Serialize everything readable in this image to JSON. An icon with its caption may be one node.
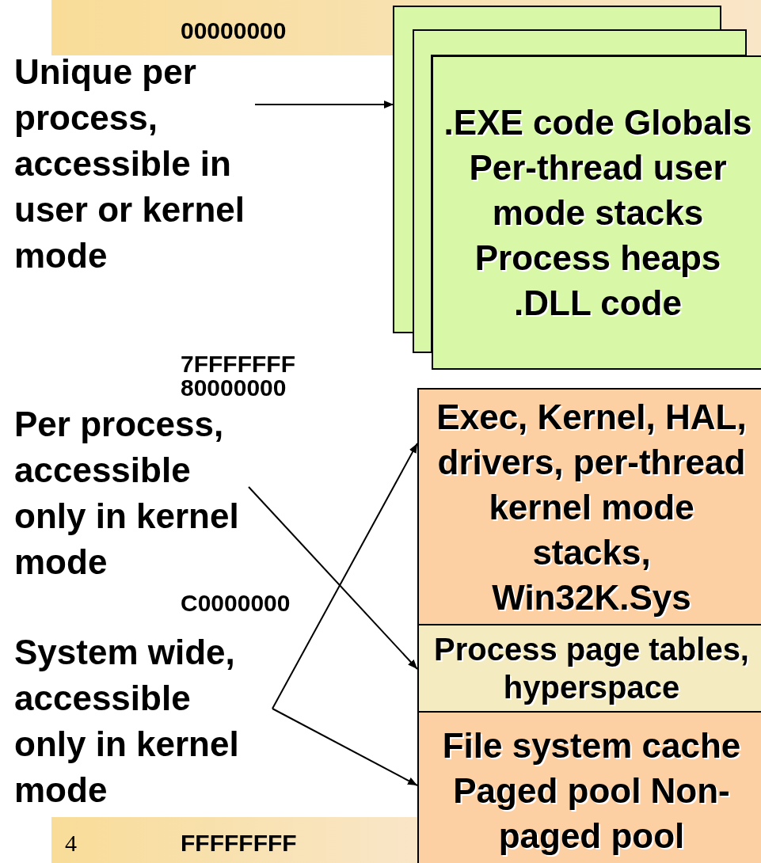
{
  "diagram": {
    "nodes": [
      {
        "text": [
          "Unique per process, accessible in user or kernel mode"
        ]
      },
      {
        "text": [],
        "shape": "box"
      },
      {
        "text": [],
        "shape": "box"
      },
      {
        "text": [
          ".EXE code Globals Per-thread user mode stacks Process heaps .DLL code"
        ]
      },
      {
        "text": [
          "Per process, accessible only in kernel mode"
        ]
      },
      {
        "text": [
          "Exec, Kernel, HAL, drivers, per-thread kernel mode stacks, Win32K.Sys"
        ]
      },
      {
        "text": [
          "Process page tables, hyperspace"
        ]
      },
      {
        "text": [
          "System wide, accessible only in kernel mode"
        ]
      },
      {
        "text": [
          "File system cache Paged pool Non-paged pool"
        ]
      }
    ],
    "edges": [
      {
        "from": 0,
        "to": 1,
        "arrow": "to"
      },
      {
        "from": 4,
        "to": 6,
        "arrow": "to"
      },
      {
        "from": 7,
        "to": 5,
        "arrow": "to"
      },
      {
        "from": 7,
        "to": 8,
        "arrow": "to"
      }
    ],
    "labels": [
      "00000000",
      "7FFFFFFF",
      "80000000",
      "C0000000",
      "4",
      "FFFFFFFF"
    ]
  }
}
